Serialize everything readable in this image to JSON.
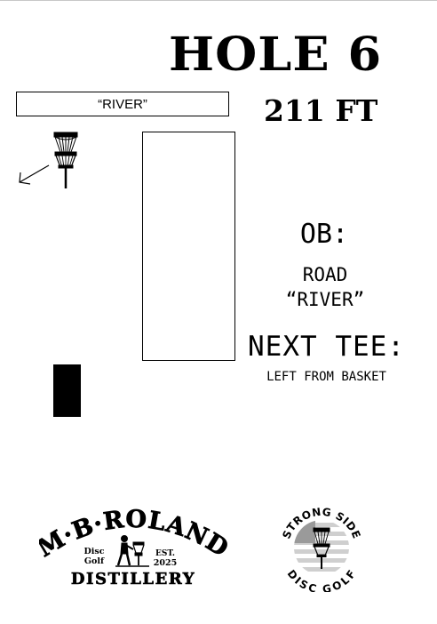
{
  "hole": {
    "title": "HOLE 6",
    "distance": "211 FT"
  },
  "hazard_label": "“RIVER”",
  "ob": {
    "label": "OB:",
    "items": [
      "ROAD",
      "“RIVER”"
    ]
  },
  "next_tee": {
    "label": "NEXT TEE:",
    "text": "LEFT FROM BASKET"
  },
  "sponsors": {
    "left": {
      "name_top": "M·B·ROLAND",
      "line1": "Disc",
      "line2": "Golf",
      "est_label": "EST.",
      "est_year": "2025",
      "name_bottom": "DISTILLERY"
    },
    "right": {
      "name_top": "STRONG SIDE",
      "name_bottom": "DISC GOLF"
    }
  },
  "icons": [
    "disc-golf-basket-icon",
    "arrow-icon"
  ],
  "colors": {
    "ink": "#000000",
    "background": "#ffffff"
  }
}
